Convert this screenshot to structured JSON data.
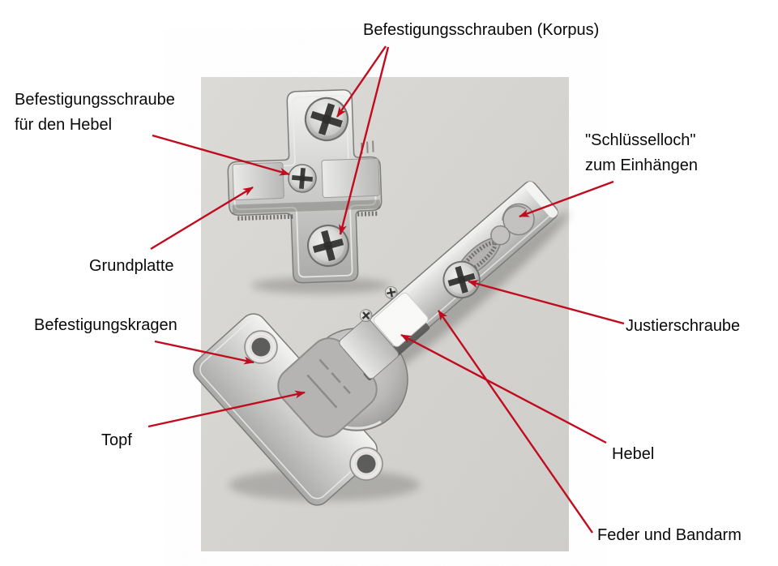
{
  "page": {
    "background": "#ffffff"
  },
  "photo": {
    "background": "#d7d6d3"
  },
  "colors": {
    "arrow": "#c10b1e",
    "label_text": "#0a0a0a"
  },
  "labels": {
    "befestigungsschrauben_korpus": "Befestigungsschrauben (Korpus)",
    "befestigungsschraube_hebel": {
      "line1": "Befestigungsschraube",
      "line2": "für den Hebel"
    },
    "schluesselloch": {
      "line1": "\"Schlüsselloch\"",
      "line2": "zum Einhängen"
    },
    "grundplatte": "Grundplatte",
    "befestigungskragen": "Befestigungskragen",
    "justierschraube": "Justierschraube",
    "topf": "Topf",
    "hebel": "Hebel",
    "feder_und_bandarm": "Feder und Bandarm"
  }
}
